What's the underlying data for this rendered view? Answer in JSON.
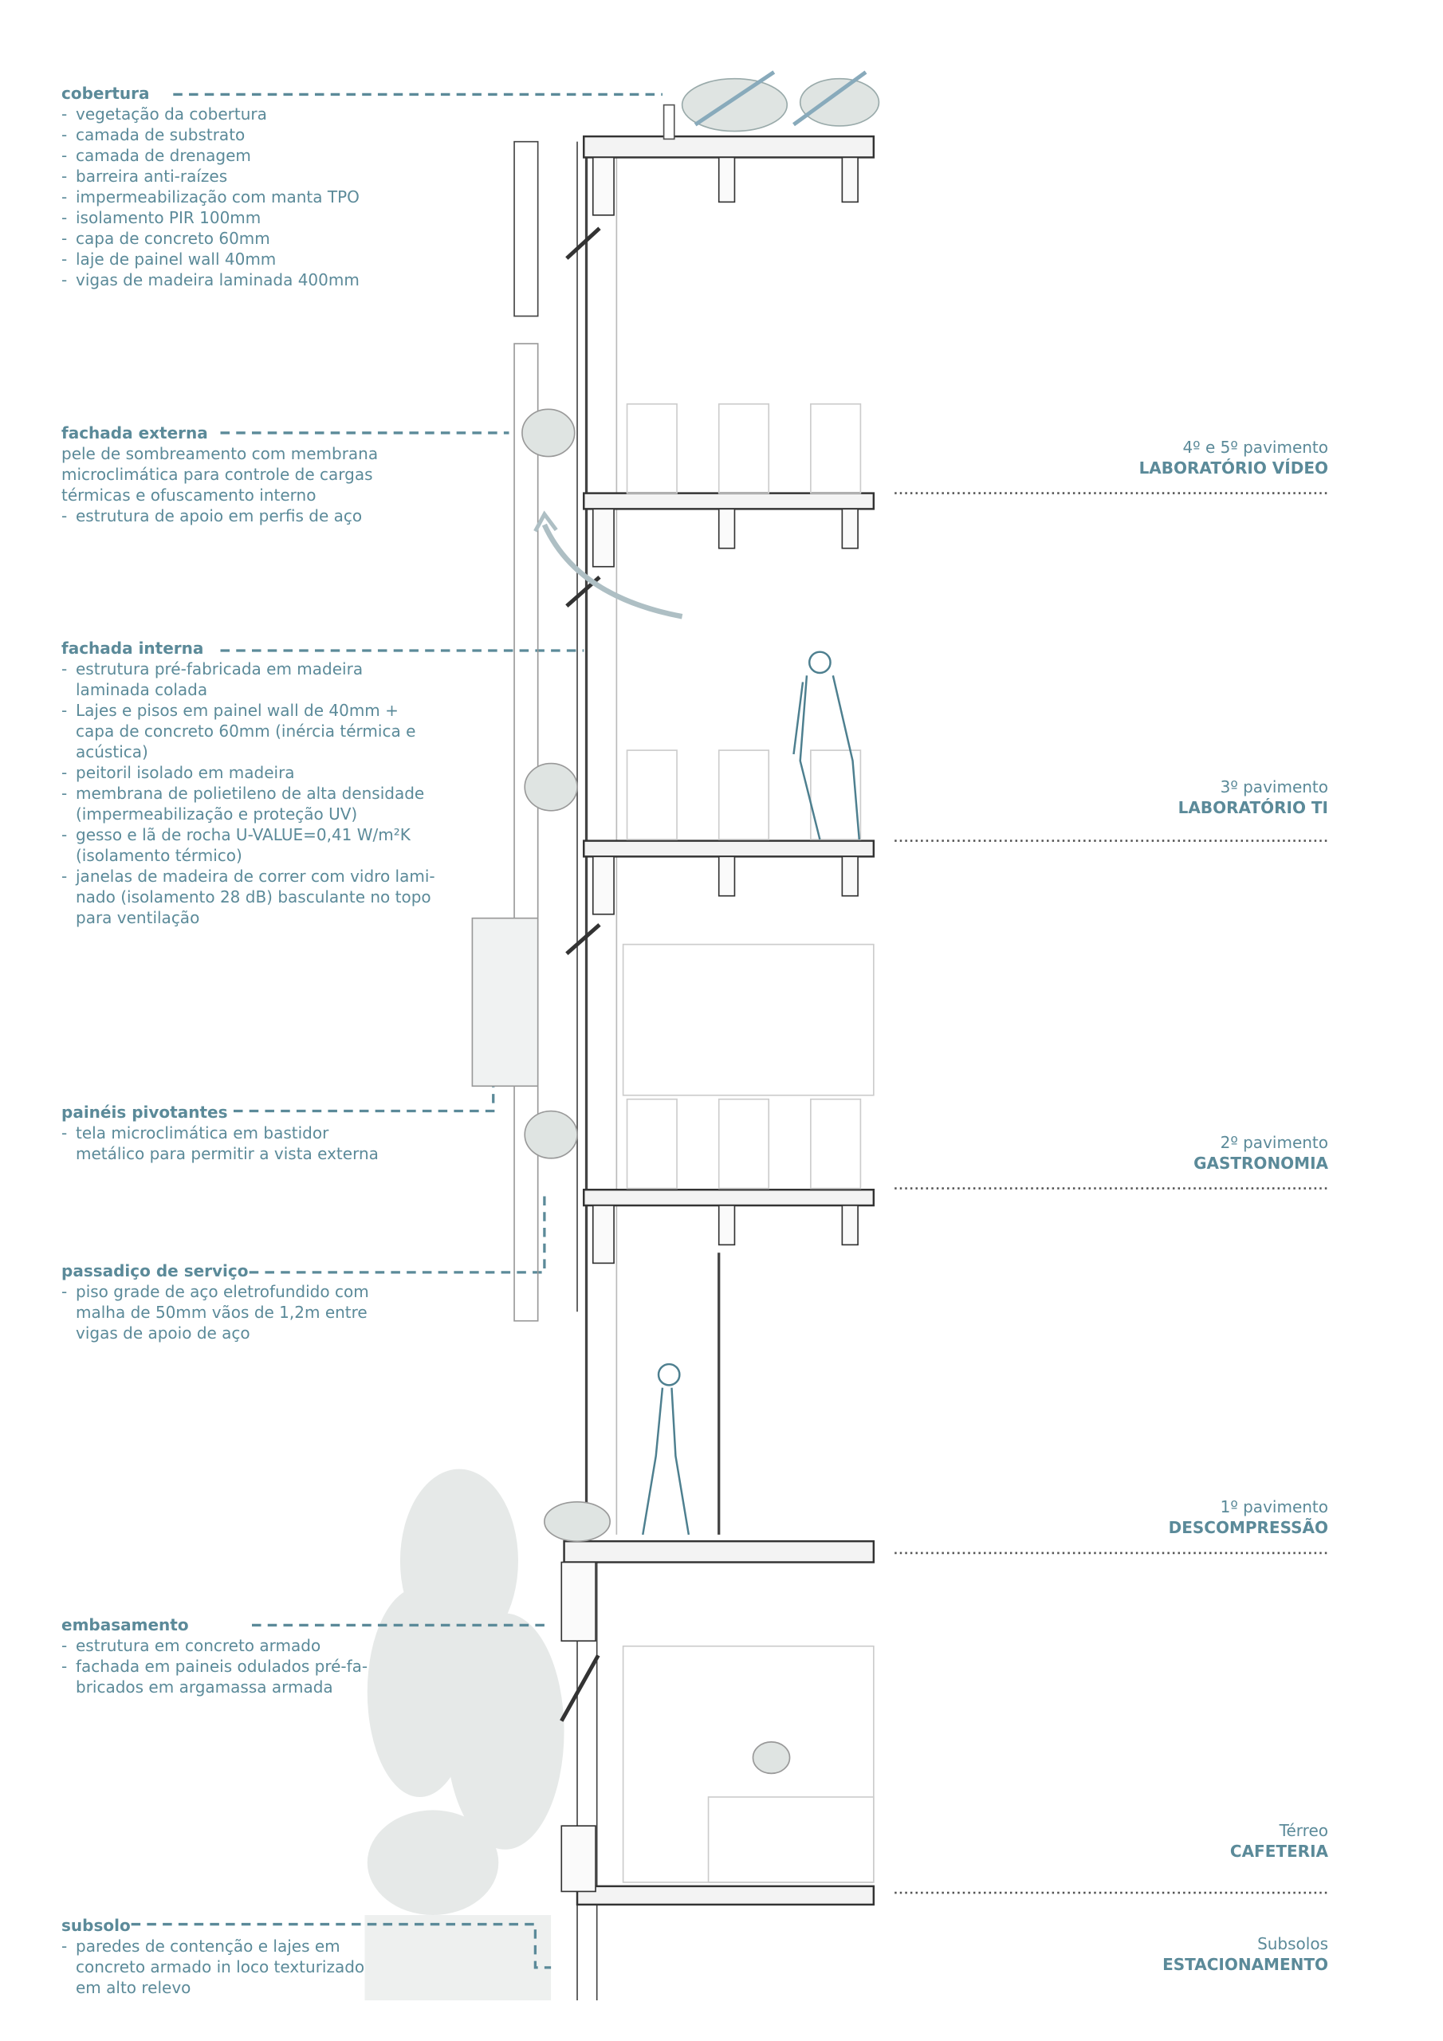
{
  "notes": {
    "cobertura": {
      "title": "cobertura",
      "items": [
        "vegetação da cobertura",
        "camada de substrato",
        "camada de drenagem",
        "barreira anti-raízes",
        "impermeabilização com manta TPO",
        "isolamento PIR 100mm",
        "capa de concreto 60mm",
        "laje de painel wall 40mm",
        "vigas de madeira laminada 400mm"
      ]
    },
    "fachada_externa": {
      "title": "fachada externa",
      "text": [
        "pele de sombreamento com membrana",
        "microclimática para controle de cargas",
        "térmicas e ofuscamento interno"
      ],
      "items": [
        "estrutura de apoio em perfis de aço"
      ]
    },
    "fachada_interna": {
      "title": "fachada interna",
      "items": [
        "estrutura pré-fabricada em madeira laminada colada",
        "Lajes e pisos em painel wall de 40mm + capa de concreto 60mm (inércia térmica e acústica)",
        "peitoril isolado em madeira",
        "membrana de polietileno de alta densidade (impermeabilização e proteção UV)",
        "gesso e lã de rocha U-VALUE=0,41 W/m²K (isolamento térmico)",
        "janelas de madeira de correr com vidro lami-nado (isolamento 28 dB) basculante no topo para ventilação"
      ]
    },
    "paineis": {
      "title": "painéis pivotantes",
      "items": [
        "tela microclimática em bastidor metálico para permitir a vista externa"
      ]
    },
    "passadico": {
      "title": "passadiço de serviço",
      "items": [
        "piso grade de aço eletrofundido com malha de 50mm vãos de 1,2m entre vigas de apoio de aço"
      ]
    },
    "embasamento": {
      "title": "embasamento",
      "items": [
        "estrutura em concreto armado",
        "fachada em paineis odulados pré-fa-bricados em argamassa armada"
      ]
    },
    "subsolo": {
      "title": "subsolo",
      "items": [
        "paredes de contenção e lajes em concreto armado in loco texturizado em alto relevo"
      ]
    }
  },
  "floors": [
    {
      "level": "4º e 5º pavimento",
      "use": "LABORATÓRIO VÍDEO"
    },
    {
      "level": "3º pavimento",
      "use": "LABORATÓRIO TI"
    },
    {
      "level": "2º pavimento",
      "use": "GASTRONOMIA"
    },
    {
      "level": "1º pavimento",
      "use": "DESCOMPRESSÃO"
    },
    {
      "level": "Térreo",
      "use": "CAFETERIA"
    },
    {
      "level": "Subsolos",
      "use": "ESTACIONAMENTO"
    }
  ],
  "colors": {
    "accent": "#5b8a99",
    "line": "#333333",
    "vegetation": "#dfe3e2"
  }
}
